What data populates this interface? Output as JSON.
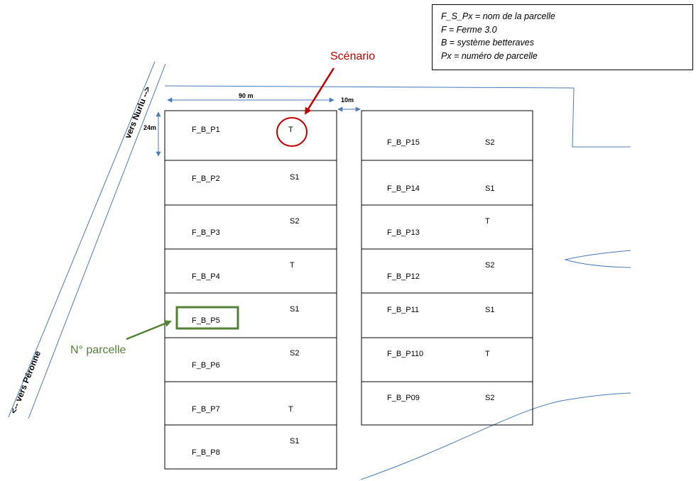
{
  "legend": {
    "lines": [
      "F_S_Px = nom de la parcelle",
      "F = Ferme 3.0",
      "B = système betteraves",
      "Px = numéro de parcelle"
    ]
  },
  "annotations": {
    "scenario": "Scénario",
    "parcel_number": "N° parcelle",
    "width_label": "90 m",
    "gap_label": "10m",
    "height_label": "24m"
  },
  "roads": {
    "north": "vers Nurlu -->",
    "south": "<-- vers Péronne"
  },
  "colors": {
    "scenario": "#c00000",
    "parcel_number": "#538135",
    "lines": "#4a7ab8",
    "border": "#000000"
  },
  "parcels_left": [
    {
      "name": "F_B_P1",
      "scenario": "T"
    },
    {
      "name": "F_B_P2",
      "scenario": "S1"
    },
    {
      "name": "F_B_P3",
      "scenario": "S2"
    },
    {
      "name": "F_B_P4",
      "scenario": "T"
    },
    {
      "name": "F_B_P5",
      "scenario": "S1"
    },
    {
      "name": "F_B_P6",
      "scenario": "S2"
    },
    {
      "name": "F_B_P7",
      "scenario": "T"
    },
    {
      "name": "F_B_P8",
      "scenario": "S1"
    }
  ],
  "parcels_right": [
    {
      "name": "F_B_P15",
      "scenario": "S2"
    },
    {
      "name": "F_B_P14",
      "scenario": "S1"
    },
    {
      "name": "F_B_P13",
      "scenario": "T"
    },
    {
      "name": "F_B_P12",
      "scenario": "S2"
    },
    {
      "name": "F_B_P11",
      "scenario": "S1"
    },
    {
      "name": "F_B_P110",
      "scenario": "T"
    },
    {
      "name": "F_B_P09",
      "scenario": "S2"
    }
  ]
}
